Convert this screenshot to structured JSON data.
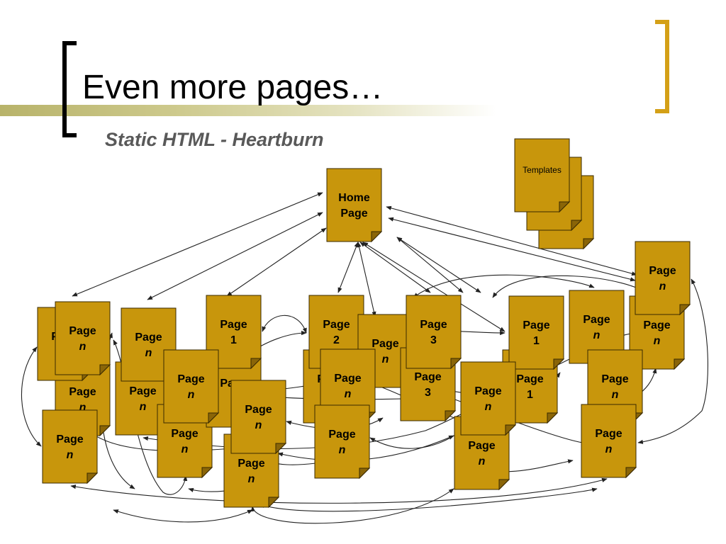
{
  "slide": {
    "title": "Even more pages…",
    "subtitle": "Static HTML - Heartburn"
  },
  "colors": {
    "page_fill": "#c8960c",
    "page_fold": "#8a6508",
    "left_bracket": "#000000",
    "right_bracket": "#d4a017",
    "band": "#c9c68a"
  },
  "icons": [
    "document-page-icon"
  ],
  "diagram": {
    "pages": [
      {
        "id": "tpl3",
        "lines": [
          ""
        ]
      },
      {
        "id": "tpl2",
        "lines": [
          ""
        ]
      },
      {
        "id": "tpl1",
        "lines": [
          "Templates"
        ]
      },
      {
        "id": "home",
        "lines": [
          "Home",
          "Page"
        ]
      },
      {
        "id": "l1",
        "lines": [
          "Page",
          "n"
        ]
      },
      {
        "id": "l3",
        "lines": [
          "Page",
          "n"
        ]
      },
      {
        "id": "l2",
        "lines": [
          "Page",
          "n"
        ]
      },
      {
        "id": "l0",
        "lines": [
          "Page",
          "n"
        ]
      },
      {
        "id": "m4",
        "lines": [
          "Page",
          "n"
        ]
      },
      {
        "id": "m3",
        "lines": [
          "Page",
          "n"
        ]
      },
      {
        "id": "p1b",
        "lines": [
          "Page",
          "1"
        ]
      },
      {
        "id": "p1a",
        "lines": [
          "Page",
          "1"
        ]
      },
      {
        "id": "m2",
        "lines": [
          "Page",
          "n"
        ]
      },
      {
        "id": "m5",
        "lines": [
          "Page",
          "n"
        ]
      },
      {
        "id": "m6",
        "lines": [
          "Page",
          "n"
        ]
      },
      {
        "id": "m7",
        "lines": [
          "Page",
          "n"
        ]
      },
      {
        "id": "p2b",
        "lines": [
          "Page",
          "2"
        ]
      },
      {
        "id": "p2a",
        "lines": [
          "Page",
          "2"
        ]
      },
      {
        "id": "c1",
        "lines": [
          "Page",
          "n"
        ]
      },
      {
        "id": "p3b",
        "lines": [
          "Page",
          "3"
        ]
      },
      {
        "id": "p3a",
        "lines": [
          "Page",
          "3"
        ]
      },
      {
        "id": "c2",
        "lines": [
          "Page",
          "n"
        ]
      },
      {
        "id": "c3",
        "lines": [
          "Page",
          "n"
        ]
      },
      {
        "id": "c4",
        "lines": [
          "Page",
          "n"
        ]
      },
      {
        "id": "r1b",
        "lines": [
          "Page",
          "1"
        ]
      },
      {
        "id": "r1a",
        "lines": [
          "Page",
          "1"
        ]
      },
      {
        "id": "r2",
        "lines": [
          "Page",
          "n"
        ]
      },
      {
        "id": "r3",
        "lines": [
          "Page",
          "n"
        ]
      },
      {
        "id": "r4",
        "lines": [
          "Page",
          "n"
        ]
      },
      {
        "id": "r5",
        "lines": [
          "Page",
          "n"
        ]
      },
      {
        "id": "r6",
        "lines": [
          "Page",
          "n"
        ]
      },
      {
        "id": "c5",
        "lines": [
          "Page",
          "n"
        ]
      }
    ]
  }
}
